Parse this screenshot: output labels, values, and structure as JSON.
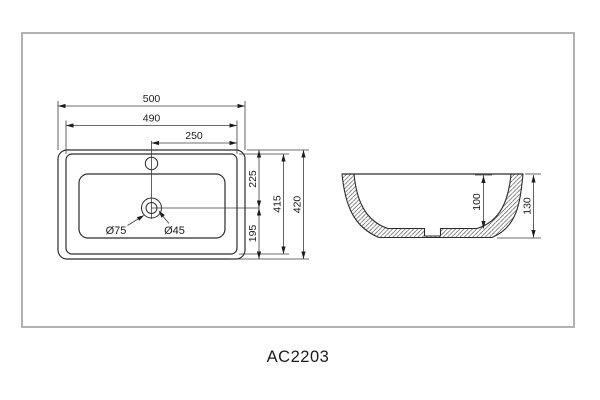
{
  "drawing": {
    "model": "AC2203",
    "top_view": {
      "dim_overall_width": "500",
      "dim_inner_width": "490",
      "dim_center_to_right": "250",
      "dim_top_to_drain": "225",
      "dim_drain_to_bottom": "195",
      "dim_inner_depth": "415",
      "dim_overall_depth": "420",
      "label_recess_diameter": "Ø75",
      "label_drain_diameter": "Ø45"
    },
    "side_view": {
      "dim_inner_height": "100",
      "dim_overall_height": "130"
    },
    "colors": {
      "line": "#2b2b2b",
      "dim_line": "#3c3c3c",
      "frame_border": "#a9a9a9",
      "text": "#1c1c1c"
    }
  }
}
